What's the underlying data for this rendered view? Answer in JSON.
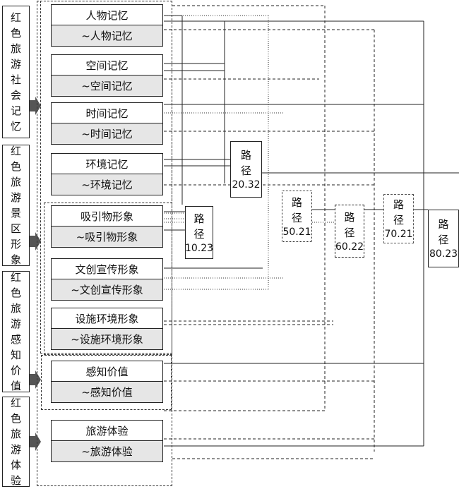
{
  "categories": [
    {
      "id": "memory",
      "chars": [
        "红",
        "色",
        "旅",
        "游",
        "社",
        "会",
        "记",
        "忆"
      ]
    },
    {
      "id": "image",
      "chars": [
        "红",
        "色",
        "旅",
        "游",
        "景",
        "区",
        "形",
        "象"
      ]
    },
    {
      "id": "value",
      "chars": [
        "红",
        "色",
        "旅",
        "游",
        "感",
        "知",
        "价",
        "值"
      ]
    },
    {
      "id": "experience",
      "chars": [
        "红",
        "色",
        "旅",
        "游",
        "体",
        "验"
      ]
    }
  ],
  "nodes": [
    {
      "id": "person",
      "pos": "人物记忆",
      "neg": "~人物记忆"
    },
    {
      "id": "space",
      "pos": "空间记忆",
      "neg": "~空间记忆"
    },
    {
      "id": "time",
      "pos": "时间记忆",
      "neg": "~时间记忆"
    },
    {
      "id": "env",
      "pos": "环境记忆",
      "neg": "~环境记忆"
    },
    {
      "id": "attract",
      "pos": "吸引物形象",
      "neg": "~吸引物形象"
    },
    {
      "id": "culture",
      "pos": "文创宣传形象",
      "neg": "~文创宣传形象"
    },
    {
      "id": "facility",
      "pos": "设施环境形象",
      "neg": "~设施环境形象"
    },
    {
      "id": "perceived",
      "pos": "感知价值",
      "neg": "~感知价值"
    },
    {
      "id": "travel",
      "pos": "旅游体验",
      "neg": "~旅游体验"
    }
  ],
  "paths": [
    {
      "id": "p1",
      "word1": "路",
      "word2": "径",
      "num": "10.23"
    },
    {
      "id": "p2",
      "word1": "路",
      "word2": "径",
      "num": "20.32"
    },
    {
      "id": "p3",
      "word1": "路",
      "word2": "径",
      "num": "50.21"
    },
    {
      "id": "p4",
      "word1": "路",
      "word2": "径",
      "num": "60.22"
    },
    {
      "id": "p5",
      "word1": "路",
      "word2": "径",
      "num": "70.21"
    },
    {
      "id": "p6",
      "word1": "路",
      "word2": "径",
      "num": "80.23"
    }
  ]
}
